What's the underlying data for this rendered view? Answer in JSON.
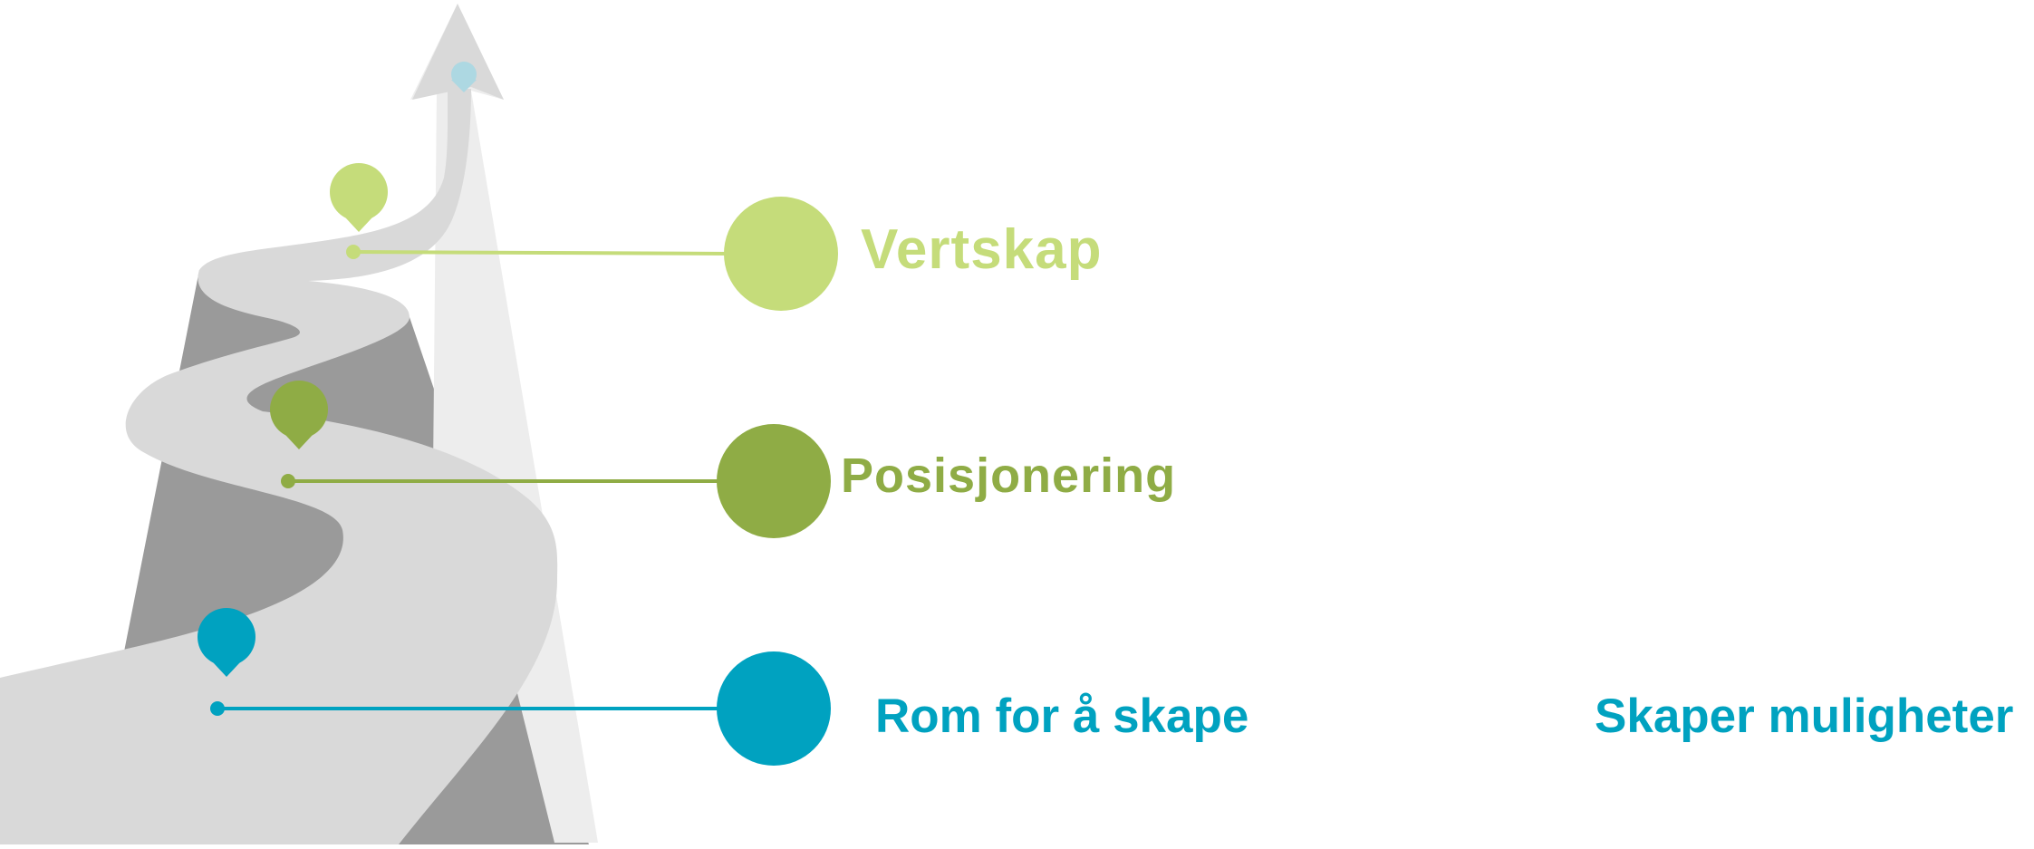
{
  "colors": {
    "light_green": "#c5dc7a",
    "olive_green": "#8fac45",
    "teal": "#00a2c0",
    "pale_blue": "#add8e2",
    "mountain_dark": "#9a9a9a",
    "road": "#d9d9d9",
    "arrow_light": "#ededed"
  },
  "milestones": [
    {
      "label": "Vertskap",
      "color": "#c5dc7a"
    },
    {
      "label": "Posisjonering",
      "color": "#8fac45"
    },
    {
      "label": "Rom for å skape",
      "color": "#00a2c0"
    }
  ],
  "side_label": {
    "text": "Skaper muligheter",
    "color": "#00a2c0"
  },
  "icons": {
    "top_pin": "location-pin-icon",
    "milestone_pin": "location-pin-icon",
    "arrow": "arrow-up-icon"
  }
}
